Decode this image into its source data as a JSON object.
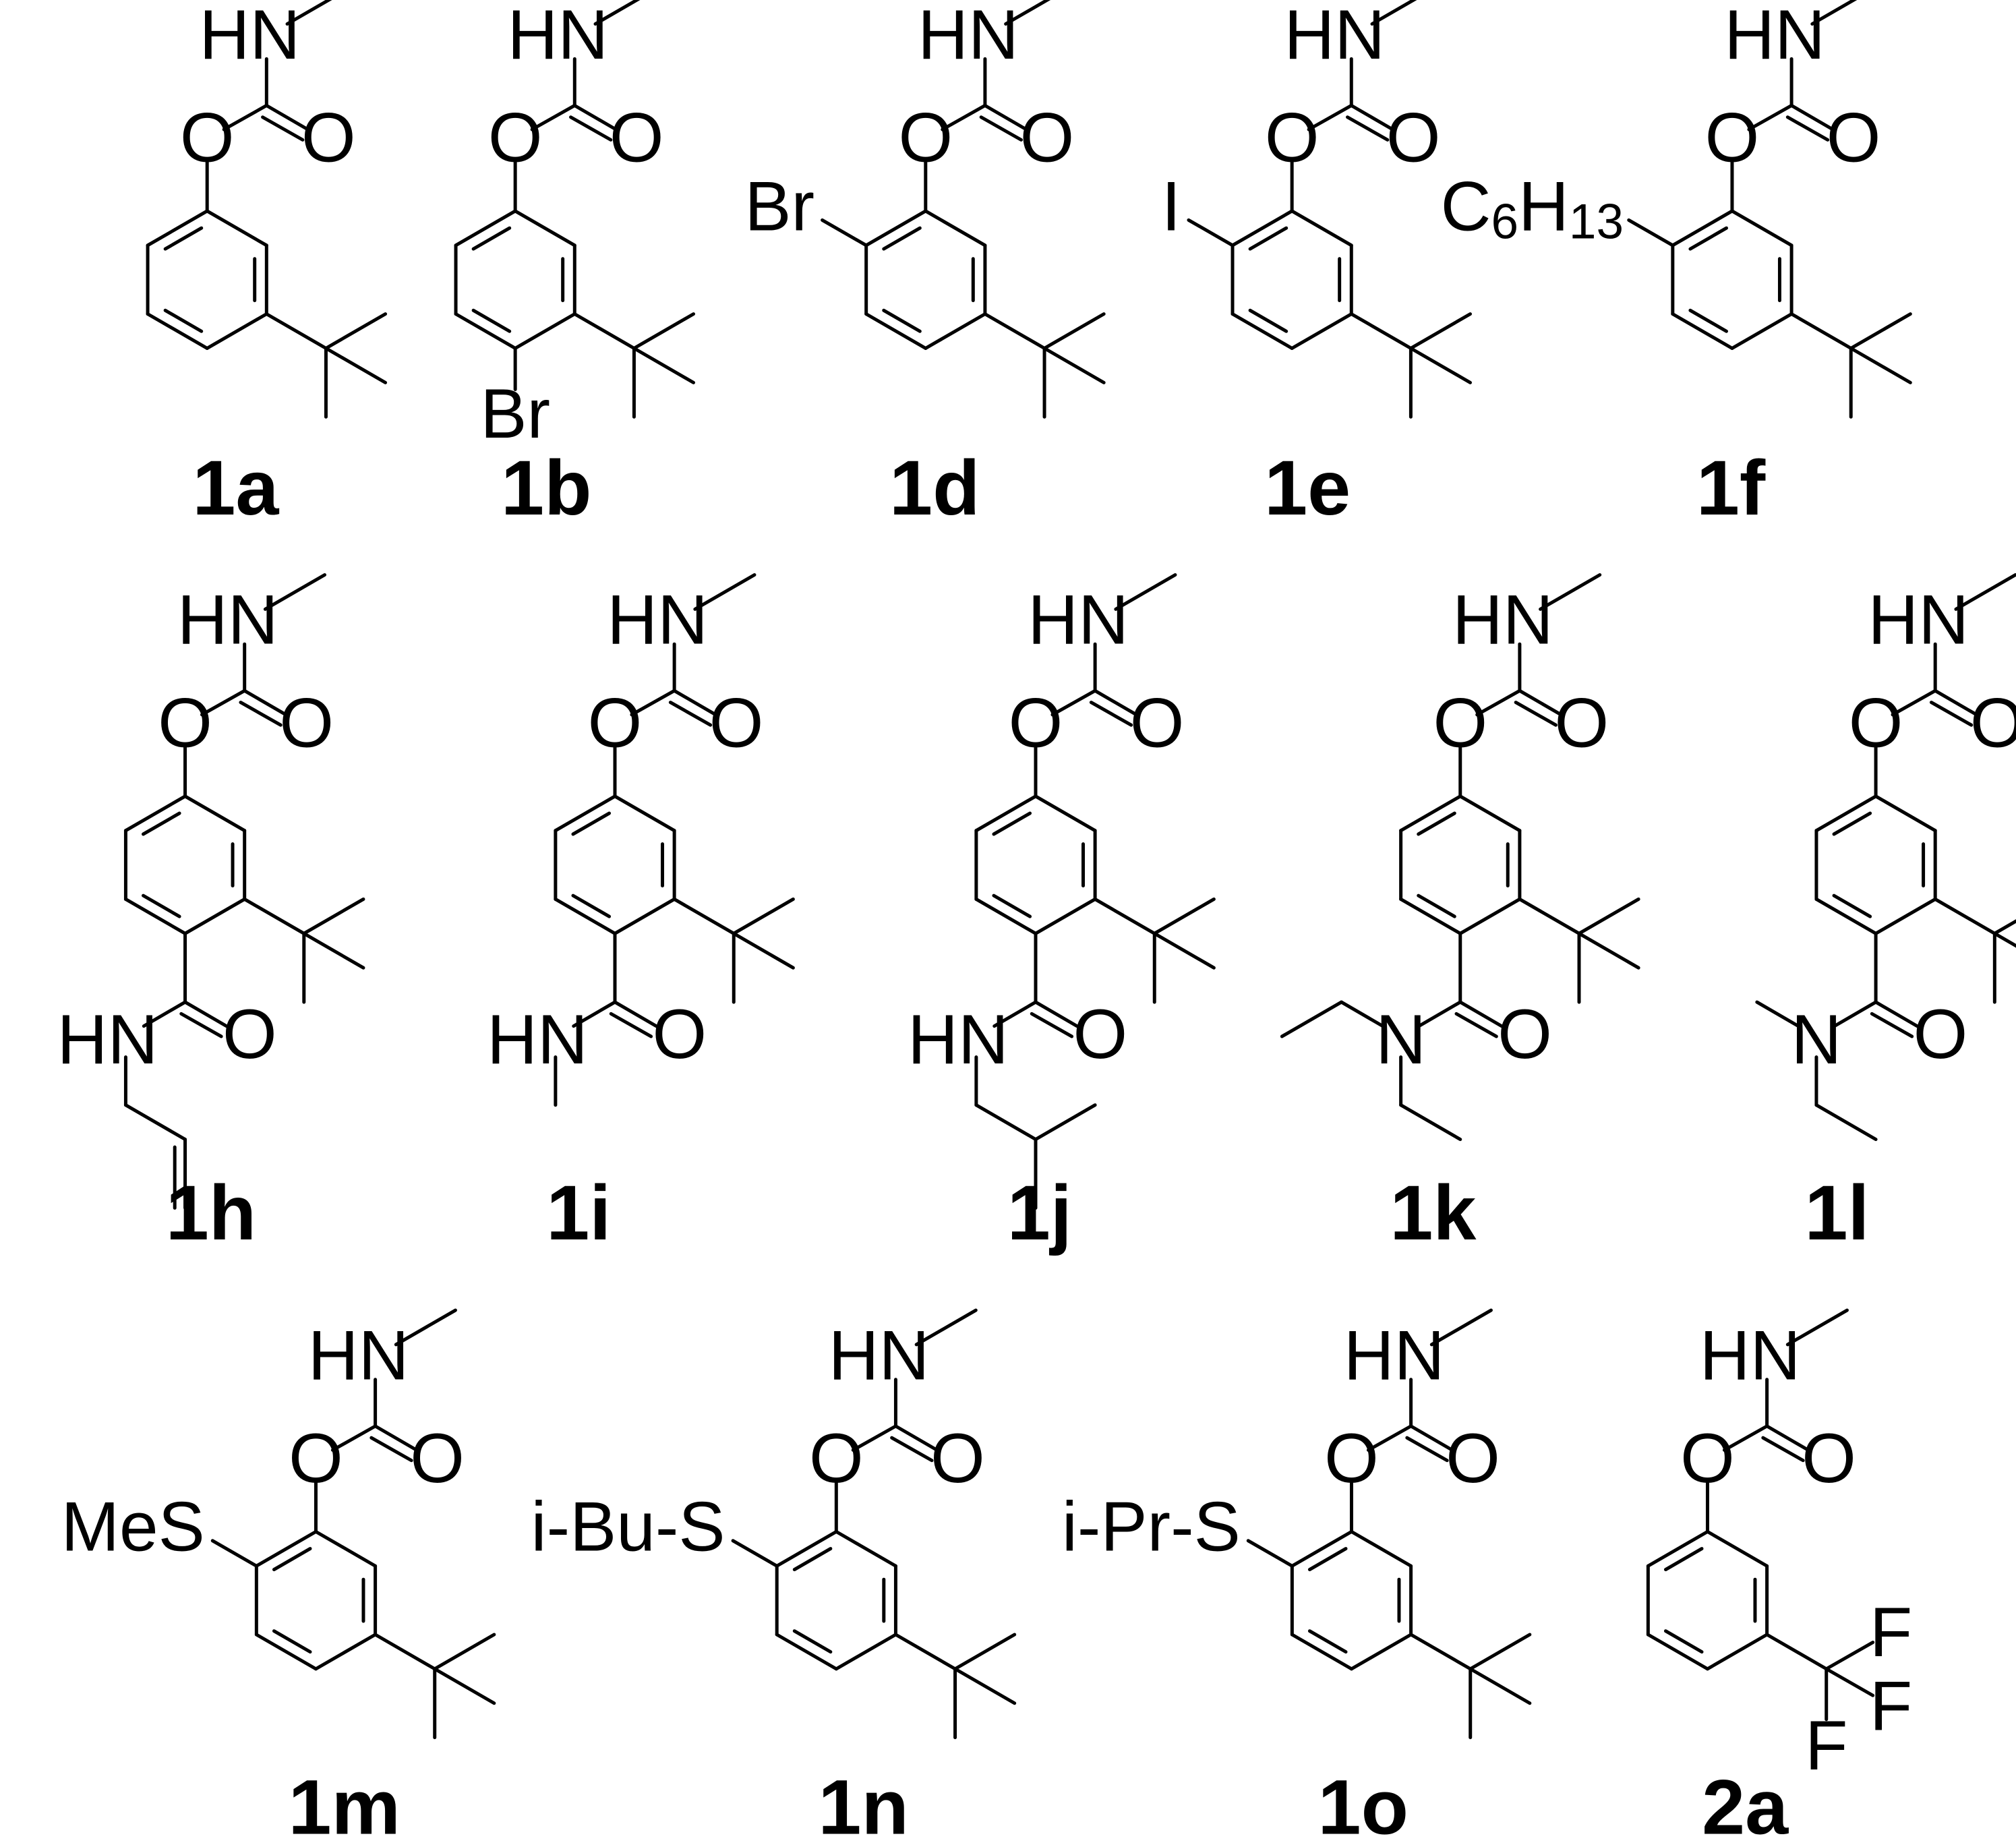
{
  "compounds": [
    {
      "id": "1a",
      "top_substituent": "",
      "left_substituent": "",
      "para_substituent": "",
      "meta_group": "tBu",
      "amide": null
    },
    {
      "id": "1b",
      "top_substituent": "",
      "left_substituent": "",
      "para_substituent": "Br",
      "meta_group": "tBu",
      "amide": null
    },
    {
      "id": "1d",
      "top_substituent": "",
      "left_substituent": "Br",
      "para_substituent": "",
      "meta_group": "tBu",
      "amide": null
    },
    {
      "id": "1e",
      "top_substituent": "",
      "left_substituent": "I",
      "para_substituent": "",
      "meta_group": "tBu",
      "amide": null
    },
    {
      "id": "1f",
      "top_substituent": "",
      "left_substituent": "C6H13",
      "para_substituent": "",
      "meta_group": "tBu",
      "amide": null
    },
    {
      "id": "1h",
      "left_substituent": "",
      "para_substituent": "",
      "meta_group": "tBu",
      "amide": "allyl"
    },
    {
      "id": "1i",
      "left_substituent": "",
      "para_substituent": "",
      "meta_group": "tBu",
      "amide": "methyl"
    },
    {
      "id": "1j",
      "left_substituent": "",
      "para_substituent": "",
      "meta_group": "tBu",
      "amide": "isobutyl"
    },
    {
      "id": "1k",
      "left_substituent": "",
      "para_substituent": "",
      "meta_group": "tBu",
      "amide": "diethyl"
    },
    {
      "id": "1l",
      "left_substituent": "",
      "para_substituent": "",
      "meta_group": "tBu",
      "amide": "ethylmethyl"
    },
    {
      "id": "1m",
      "left_substituent": "MeS",
      "para_substituent": "",
      "meta_group": "tBu",
      "amide": null
    },
    {
      "id": "1n",
      "left_substituent": "i-Bu-S",
      "para_substituent": "",
      "meta_group": "tBu",
      "amide": null
    },
    {
      "id": "1o",
      "left_substituent": "i-Pr-S",
      "para_substituent": "",
      "meta_group": "tBu",
      "amide": null
    },
    {
      "id": "2a",
      "left_substituent": "",
      "para_substituent": "",
      "meta_group": "CF3",
      "amide": null
    }
  ],
  "atoms": {
    "carbamate_nh": "HN",
    "ester_o": "O",
    "carbonyl_o": "O",
    "amide_nh": "HN",
    "amide_n": "N",
    "fluorine": "F",
    "c6h13_c": "C",
    "c6h13_sub1": "6",
    "c6h13_h": "H",
    "c6h13_sub2": "13"
  }
}
